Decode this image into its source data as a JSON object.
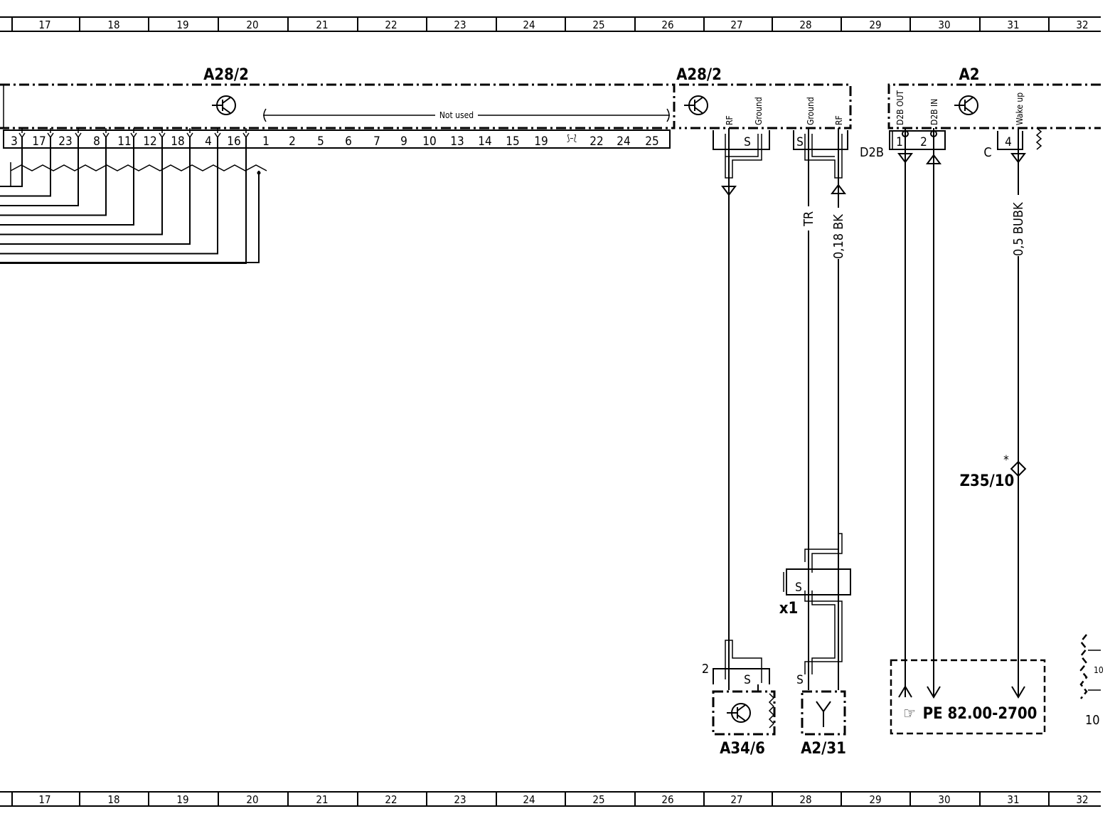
{
  "grid_numbers": [
    "17",
    "18",
    "19",
    "20",
    "21",
    "22",
    "23",
    "24",
    "25",
    "26",
    "27",
    "28",
    "29",
    "30",
    "31",
    "32"
  ],
  "components": {
    "a28_2_left": "A28/2",
    "a28_2_right": "A28/2",
    "a2": "A2",
    "a34_6": "A34/6",
    "a2_31": "A2/31",
    "x1": "x1",
    "z35_10": "Z35/10",
    "z35_star": "*"
  },
  "a28_2": {
    "used_pins": [
      "3",
      "17",
      "23",
      "8",
      "11",
      "12",
      "18",
      "4",
      "16"
    ],
    "unused_pins": [
      "1",
      "2",
      "5",
      "6",
      "7",
      "9",
      "10",
      "13",
      "14",
      "15",
      "19",
      "22",
      "24",
      "25"
    ],
    "not_used_label": "Not used"
  },
  "connectors": {
    "rf_a": "RF",
    "ground_a": "Ground",
    "shield_a": "S",
    "ground_b": "Ground",
    "rf_b": "RF",
    "shield_b": "S",
    "d2b_out": "D2B OUT",
    "d2b_in": "D2B IN",
    "wake_up": "Wake up",
    "d2b_plug": "D2B",
    "pin_1": "1",
    "pin_2": "2",
    "c_plug": "C",
    "pin_4": "4",
    "x1_shield": "S",
    "a34_pin": "2",
    "a34_shield": "S",
    "a231_shield": "S"
  },
  "wires": {
    "tr": "TR",
    "bk": "0,18 BK",
    "bubk": "0,5 BUBK"
  },
  "reference": {
    "icon": "☞",
    "text": "PE 82.00-2700"
  },
  "edge_label": "10"
}
